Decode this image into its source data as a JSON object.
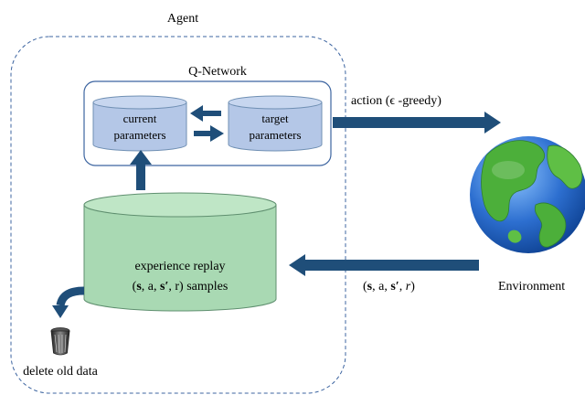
{
  "agent": {
    "label": "Agent"
  },
  "q_network": {
    "label": "Q-Network",
    "current": {
      "line1": "current",
      "line2": "parameters"
    },
    "target": {
      "line1": "target",
      "line2": "parameters"
    }
  },
  "action": {
    "label": "action (ϵ -greedy)"
  },
  "replay": {
    "line1": "experience replay",
    "line2_parts": [
      "(",
      "s",
      ", a, ",
      "s′",
      ", r) samples"
    ]
  },
  "transition": {
    "parts": [
      "(",
      "s",
      ", a, ",
      "s′",
      ", ",
      "r",
      ")"
    ]
  },
  "environment": {
    "label": "Environment"
  },
  "delete": {
    "label": "delete old data"
  },
  "icons": {
    "globe": "globe-icon",
    "trash": "trash-bin-icon"
  },
  "colors": {
    "arrow": "#1f4e79",
    "agent_border": "#3c64a0",
    "cylinder_blue": "#b4c7e7",
    "cylinder_green": "#a9d9b3",
    "cylinder_stroke": "#6f8fb3",
    "ocean": "#2d6fd0",
    "land": "#4caf3a"
  }
}
